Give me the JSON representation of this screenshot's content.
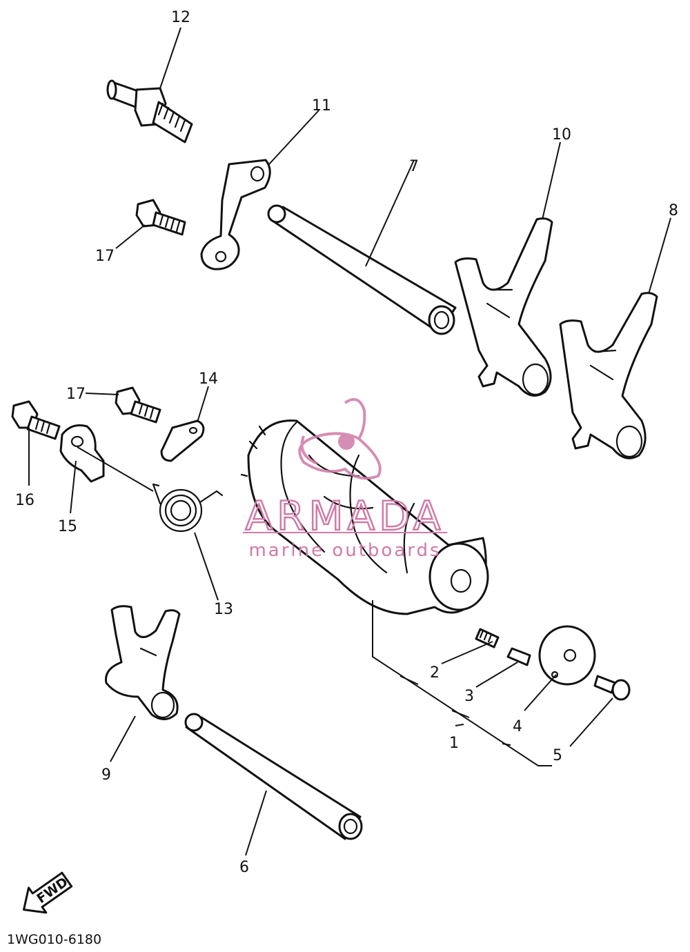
{
  "diagram": {
    "callouts": {
      "c1": "1",
      "c2": "2",
      "c3": "3",
      "c4": "4",
      "c5": "5",
      "c6": "6",
      "c7": "7",
      "c8": "8",
      "c9": "9",
      "c10": "10",
      "c11": "11",
      "c12": "12",
      "c13": "13",
      "c14": "14",
      "c15": "15",
      "c16": "16",
      "c17a": "17",
      "c17b": "17"
    },
    "fwd_label": "FWD",
    "drawing_code": "1WG010-6180"
  },
  "watermark": {
    "brand": "ARMADA",
    "tagline": "marine outboards",
    "color": "#d07aa6"
  },
  "colors": {
    "ink": "#111111",
    "background": "#ffffff"
  }
}
